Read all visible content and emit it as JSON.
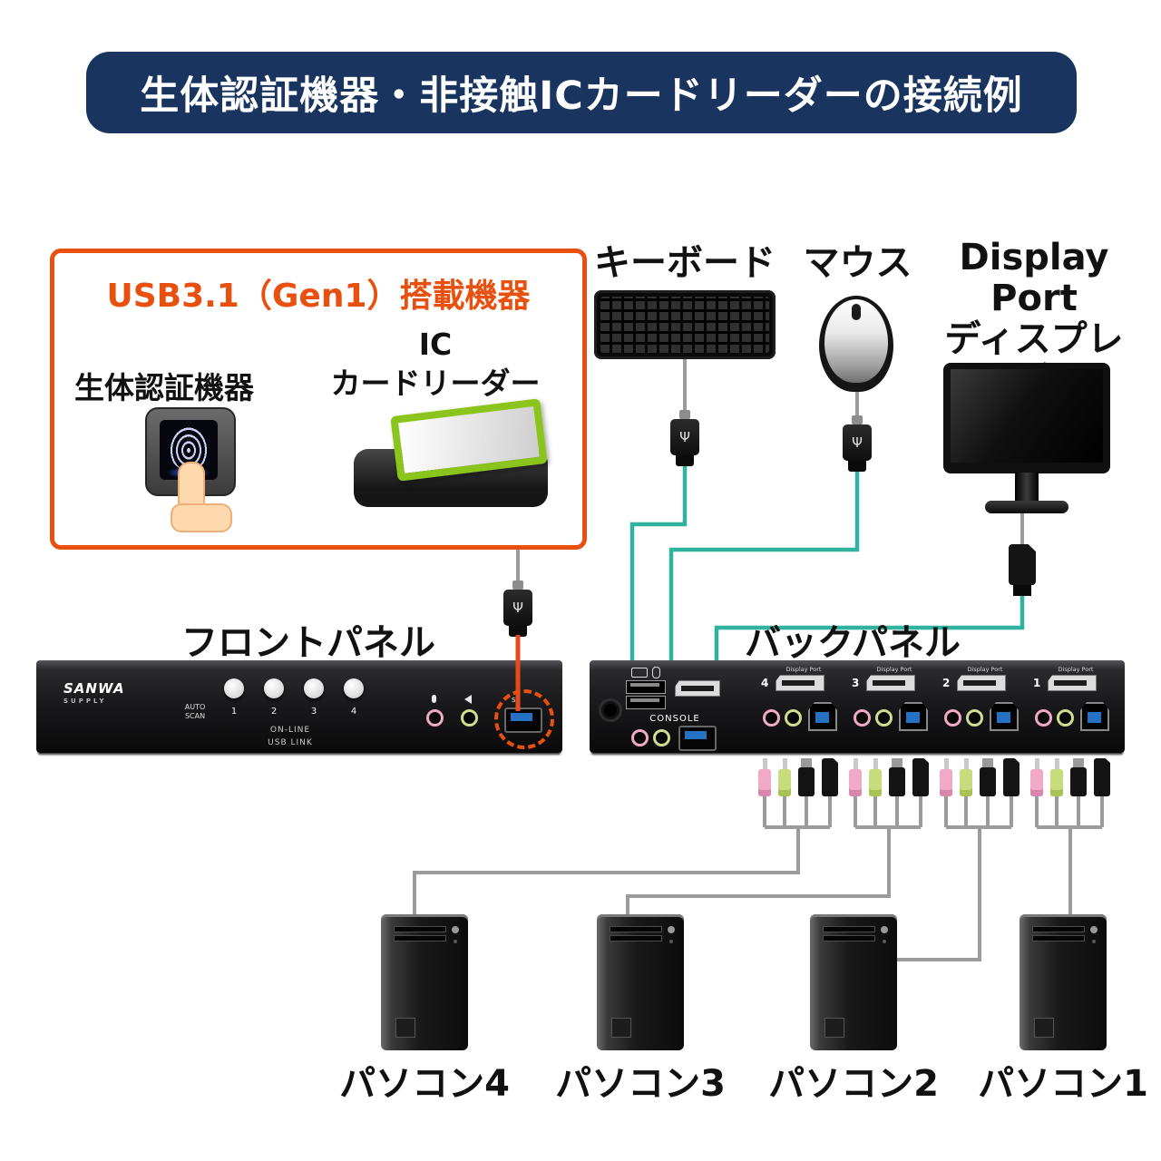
{
  "banner": {
    "title": "生体認証機器・非接触ICカードリーダーの接続例"
  },
  "usb_box": {
    "title": "USB3.1（Gen1）搭載機器",
    "biometric_label": "生体認証機器",
    "ic_label_line1": "IC",
    "ic_label_line2": "カードリーダー"
  },
  "peripherals": {
    "keyboard_label": "キーボード",
    "mouse_label": "マウス",
    "display_line1": "Display",
    "display_line2": "Port",
    "display_line3": "ディスプレイ"
  },
  "front_panel": {
    "label": "フロントパネル",
    "brand_line1": "SANWA",
    "brand_line2": "SUPPLY",
    "auto_scan": "AUTO SCAN",
    "buttons": [
      "1",
      "2",
      "3",
      "4"
    ],
    "online_label": "ON-LINE",
    "usb_link_label": "USB LINK"
  },
  "back_panel": {
    "label": "バックパネル",
    "console_label": "CONSOLE",
    "display_port_label": "Display Port",
    "groups": [
      {
        "number": "4"
      },
      {
        "number": "3"
      },
      {
        "number": "2"
      },
      {
        "number": "1"
      }
    ]
  },
  "computers": [
    {
      "label": "パソコン4"
    },
    {
      "label": "パソコン3"
    },
    {
      "label": "パソコン2"
    },
    {
      "label": "パソコン1"
    }
  ],
  "icons": {
    "usb_trident": "Ψ",
    "usb3_ss": "SS"
  },
  "colors": {
    "banner_bg": "#18345f",
    "accent_orange": "#e8500f",
    "cable_teal": "#2fb39e",
    "cable_gray": "#9b9b9b",
    "usb_blue": "#2571c4",
    "card_green": "#8cc41e",
    "audio_pink": "#f0a9c6",
    "audio_green": "#c8dc7d"
  }
}
